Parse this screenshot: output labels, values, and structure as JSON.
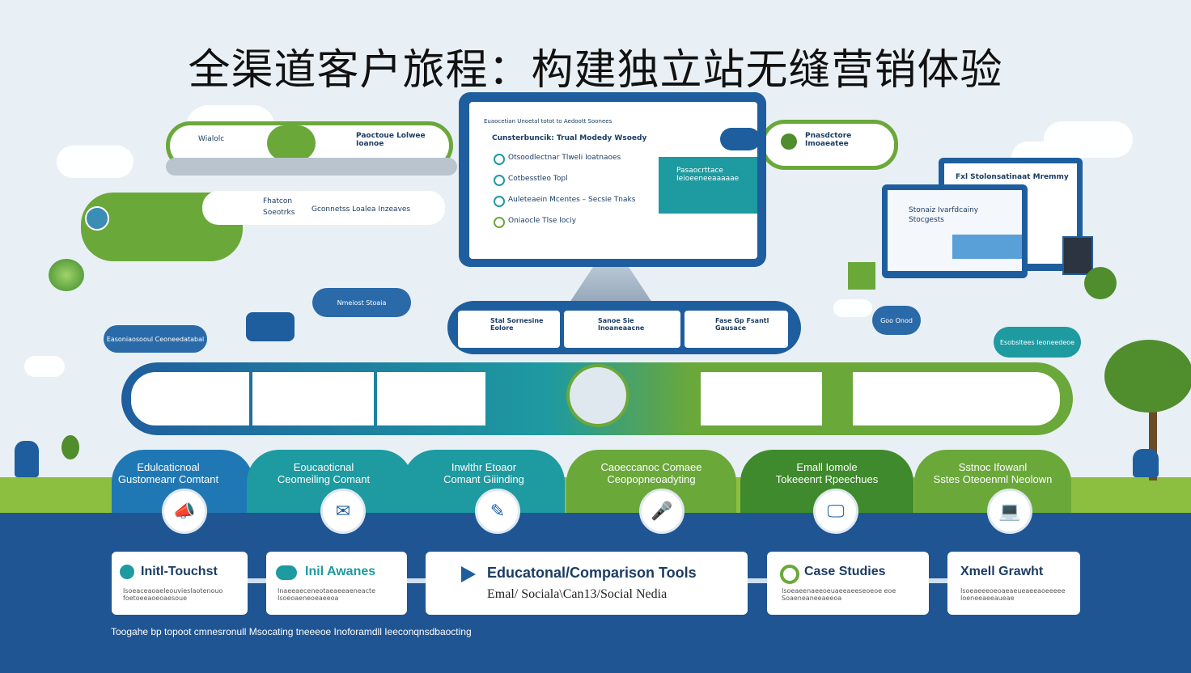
{
  "title": "全渠道客户旅程：构建独立站无缝营销体验",
  "header_pills": {
    "left_top": {
      "label": "Wialolc",
      "text": "Paoctoue Lolwee Ioanoe"
    },
    "left_mid": {
      "text1": "Fhatcon",
      "text2": "Soeotrks",
      "text3": "Gconnetss Loalea Inzeaves"
    },
    "right_top": {
      "text": "Pnasdctore Imoaeatee"
    }
  },
  "monitor": {
    "header": "Euaocetian Unoetal totot to Aedoott Soonees",
    "heading": "Cunsterbuncik: Trual Modedy Wsoedy",
    "items": [
      "Otsoodlectnar Tlweli Ioatnaoes",
      "Cotbesstleo Topl",
      "Auleteaein Mcentes – Secsie Tnaks",
      "Oniaocle Tlse lociy"
    ],
    "side_text": "Pasaocrttace Ieioeeneeaaaaae"
  },
  "laptop": {
    "title": "Fxl Stolonsatinaat Mremmy",
    "sub1": "Stonaiz Ivarfdcainy",
    "sub2": "Stocgests"
  },
  "mid_cards": [
    "Stal Sornesine Eolore",
    "Sanoe Sie Inoaneaacne",
    "Fase Gp Fsantl Gausace"
  ],
  "bubbles": {
    "b1": "Nmeiost Stoaia",
    "b2": "Easoniaosooul Ceoneedatabal",
    "b3": "Goo Onod",
    "b4": "Esobsltees Ieoneedeoe"
  },
  "stages": [
    {
      "label": "Edulcaticnoal\nGustomeanr Comtant",
      "icon": "megaphone-icon",
      "glyph": "📣"
    },
    {
      "label": "Eoucaoticnal\nCeomeiling Comant",
      "icon": "mail-icon",
      "glyph": "✉"
    },
    {
      "label": "Inwlthr Etoaor\nComant Giiinding",
      "icon": "document-icon",
      "glyph": "✎"
    },
    {
      "label": "Caoeccanoc Comaee\nCeopopneoadyting",
      "icon": "microphone-icon",
      "glyph": "🎤"
    },
    {
      "label": "Emall Iomole\nTokeeenrt Rpeechues",
      "icon": "monitor-icon",
      "glyph": "🖵"
    },
    {
      "label": "Sstnoc Ifowanl\nSstes Oteoenml Neolown",
      "icon": "laptop-icon",
      "glyph": "💻"
    }
  ],
  "boxes": [
    {
      "title": "Initl-Touchst",
      "sub": "Isoeaceaoaeleouvieslaotenouo foetoeeaoeoaesoue"
    },
    {
      "title": "Inil Awanes",
      "sub": "Inaeeaeceneotaeaeeaeneacte Isoeoaeneoeaeeoa"
    },
    {
      "title": "Educatonal/Comparison Tools",
      "sub": "Emal/ Sociala\\Can13/Social Nedia"
    },
    {
      "title": "Case Studies",
      "sub": "Isoeaeenaeeoeuaeeaeeseoeoe eoe Soaeneaneeaeeoa"
    },
    {
      "title": "Xmell Grawht",
      "sub": "Isoeaeeeoeoaeaeueaeeaoeeeee Ioeneeaeeaueae"
    }
  ],
  "footer": "Toogahe bp topoot cmnesronull Msocating tneeeoe Inoforamdll Ieeconqnsdbaocting"
}
